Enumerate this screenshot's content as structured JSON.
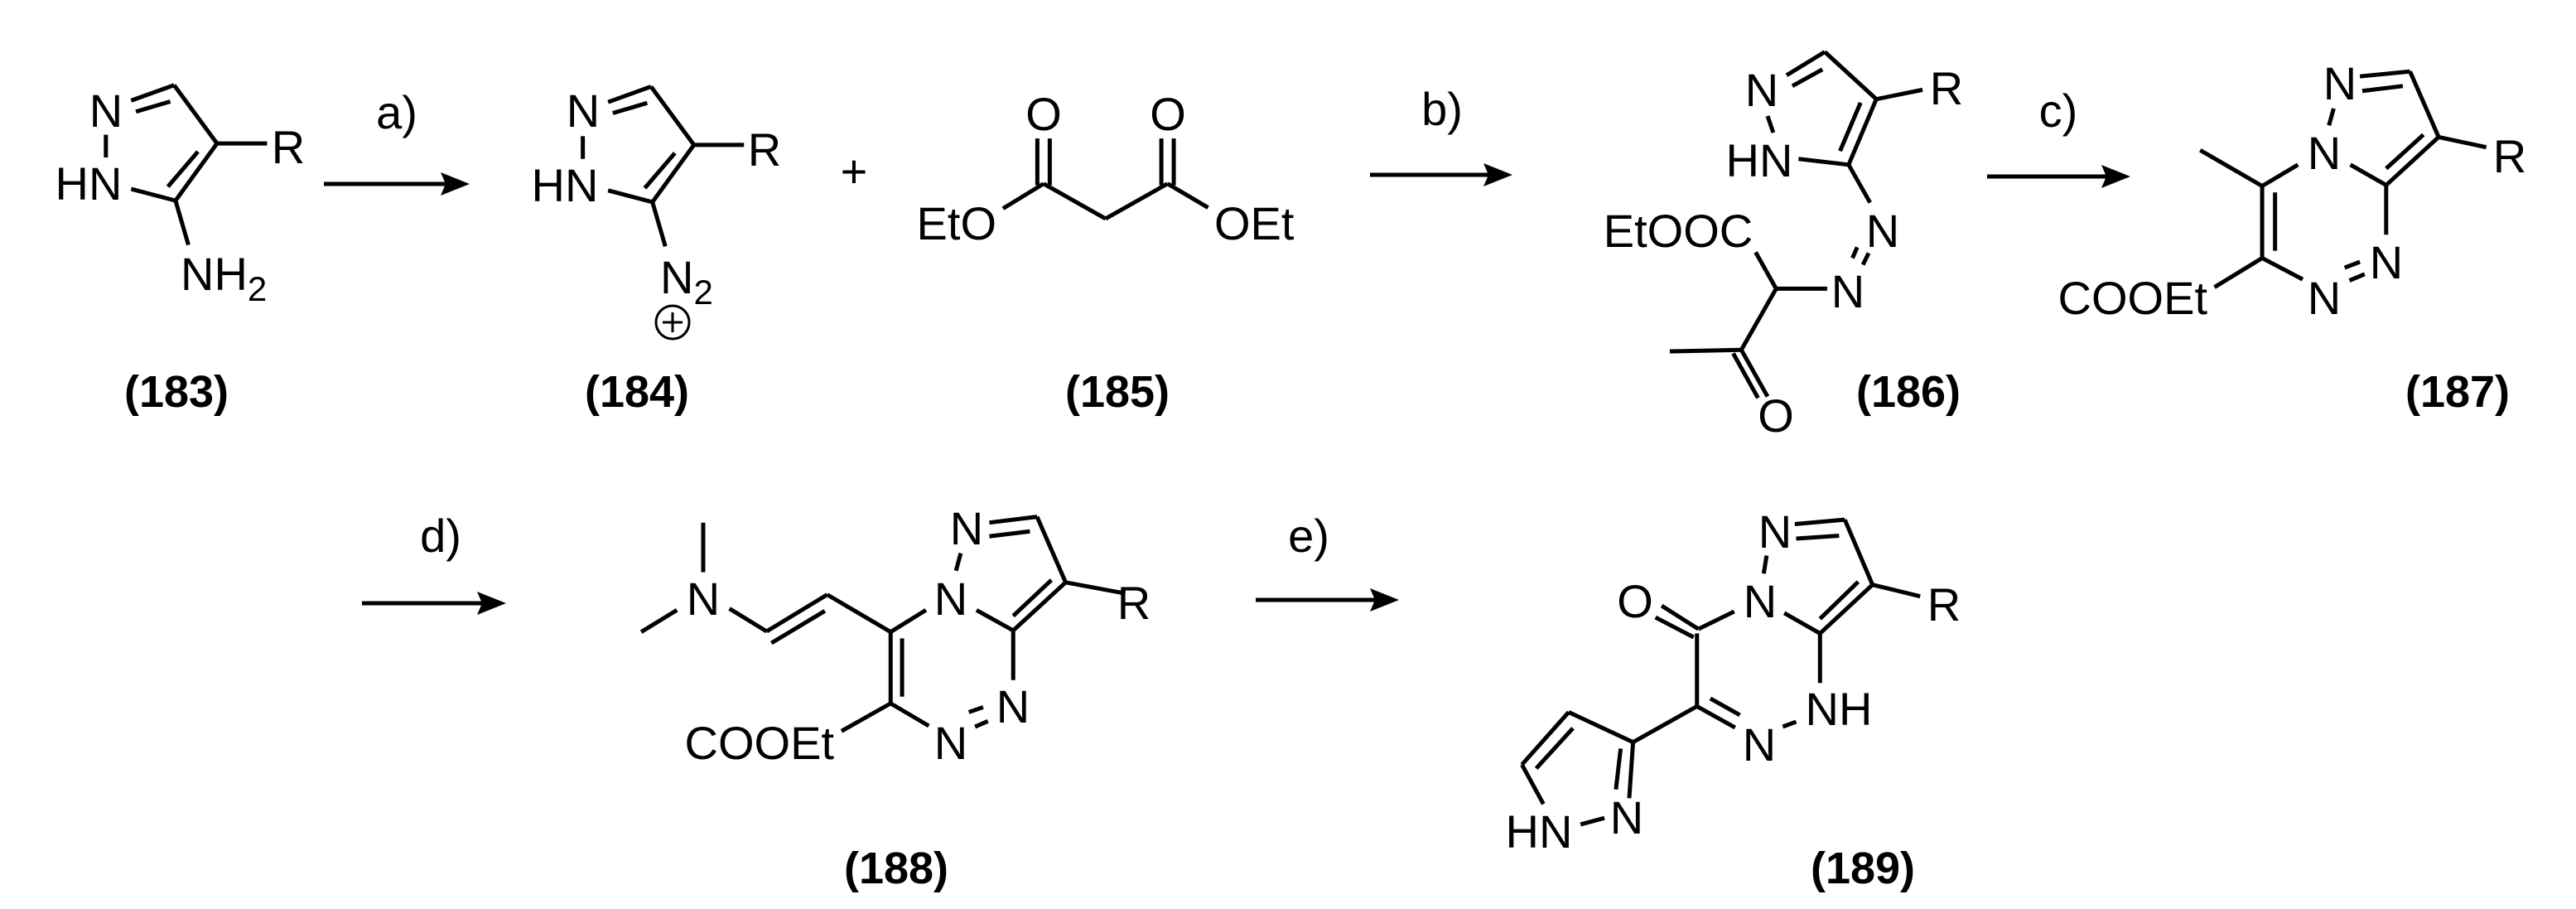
{
  "steps": [
    "a)",
    "b)",
    "c)",
    "d)",
    "e)"
  ],
  "plus": "+",
  "compounds": [
    {
      "label": "(183)",
      "atoms": [
        "N",
        "HN",
        "R",
        "NH",
        "2"
      ]
    },
    {
      "label": "(184)",
      "atoms": [
        "N",
        "HN",
        "R",
        "N",
        "2"
      ],
      "charge": "+"
    },
    {
      "label": "(185)",
      "atoms": [
        "O",
        "O",
        "EtO",
        "OEt"
      ]
    },
    {
      "label": "(186)",
      "atoms": [
        "N",
        "HN",
        "R",
        "EtOOC",
        "N",
        "N",
        "O"
      ]
    },
    {
      "label": "(187)",
      "atoms": [
        "N",
        "N",
        "R",
        "COOEt",
        "N",
        "N"
      ]
    },
    {
      "label": "(188)",
      "atoms": [
        "N",
        "N",
        "N",
        "R",
        "COOEt",
        "N",
        "N"
      ]
    },
    {
      "label": "(189)",
      "atoms": [
        "N",
        "N",
        "O",
        "R",
        "NH",
        "N",
        "HN",
        "N"
      ]
    }
  ]
}
